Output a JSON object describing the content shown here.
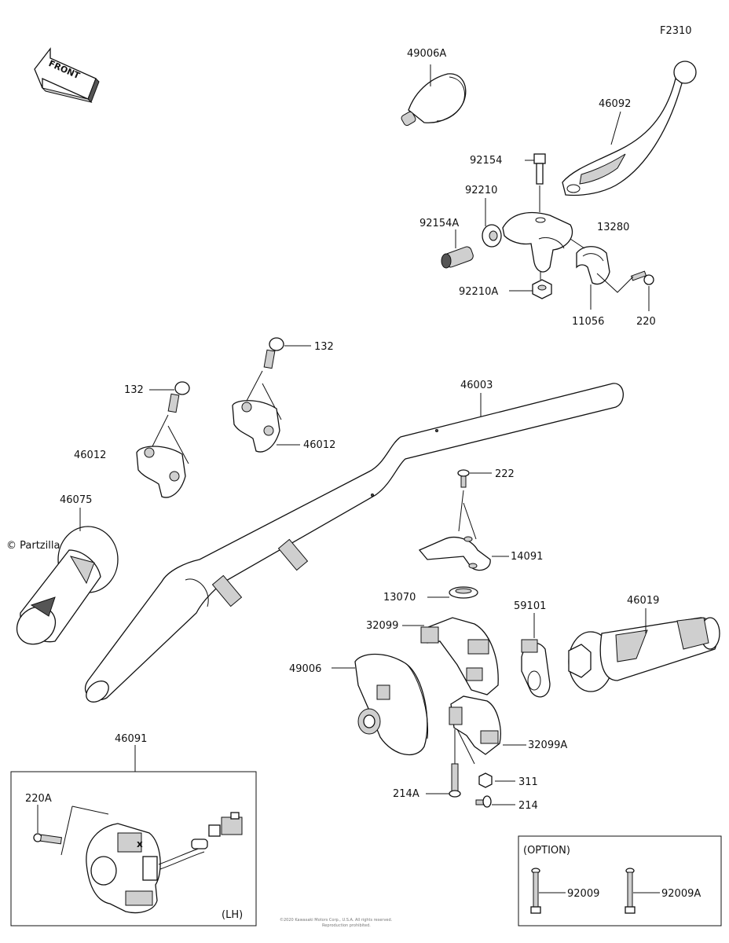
{
  "diagram_code": "F2310",
  "front_label": "FRONT",
  "watermark": "© Partzilla.com",
  "labels": {
    "p49006A": "49006A",
    "p46092": "46092",
    "p92154": "92154",
    "p92210": "92210",
    "p92154A": "92154A",
    "p13280": "13280",
    "p92210A": "92210A",
    "p11056": "11056",
    "p220": "220",
    "p132a": "132",
    "p132b": "132",
    "p46003": "46003",
    "p46012a": "46012",
    "p46012b": "46012",
    "p46075": "46075",
    "p222": "222",
    "p14091": "14091",
    "p13070": "13070",
    "p59101": "59101",
    "p46019": "46019",
    "p32099": "32099",
    "p49006": "49006",
    "p32099A": "32099A",
    "p311": "311",
    "p214A": "214A",
    "p214": "214",
    "p46091": "46091",
    "p220A": "220A",
    "p92009": "92009",
    "p92009A": "92009A"
  },
  "option_title": "(OPTION)",
  "lh_label": "(LH)",
  "footer_line1": "©2020 Kawasaki Motors Corp., U.S.A. All rights reserved.",
  "footer_line2": "Reproduction prohibited."
}
